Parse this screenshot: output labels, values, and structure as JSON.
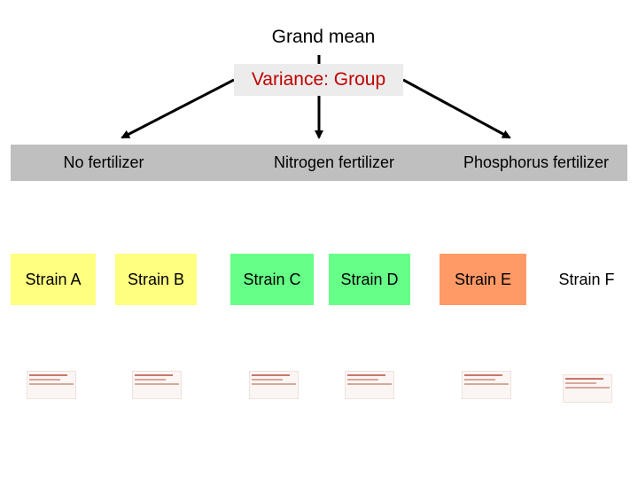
{
  "root": {
    "label": "Grand mean"
  },
  "factor": {
    "label": "Variance: Group",
    "text_color": "#c00000",
    "box_color": "#ececec"
  },
  "groups": [
    {
      "label": "No fertilizer"
    },
    {
      "label": "Nitrogen fertilizer"
    },
    {
      "label": "Phosphorus fertilizer"
    }
  ],
  "strains": [
    {
      "label": "Strain A",
      "color": "#ffff80"
    },
    {
      "label": "Strain B",
      "color": "#ffff80"
    },
    {
      "label": "Strain C",
      "color": "#66ff88"
    },
    {
      "label": "Strain D",
      "color": "#66ff88"
    },
    {
      "label": "Strain E",
      "color": "#ff9966"
    },
    {
      "label": "Strain F",
      "color": "#ffffff"
    }
  ],
  "colors": {
    "band": "#bfbfbf",
    "arrow": "#000000"
  }
}
